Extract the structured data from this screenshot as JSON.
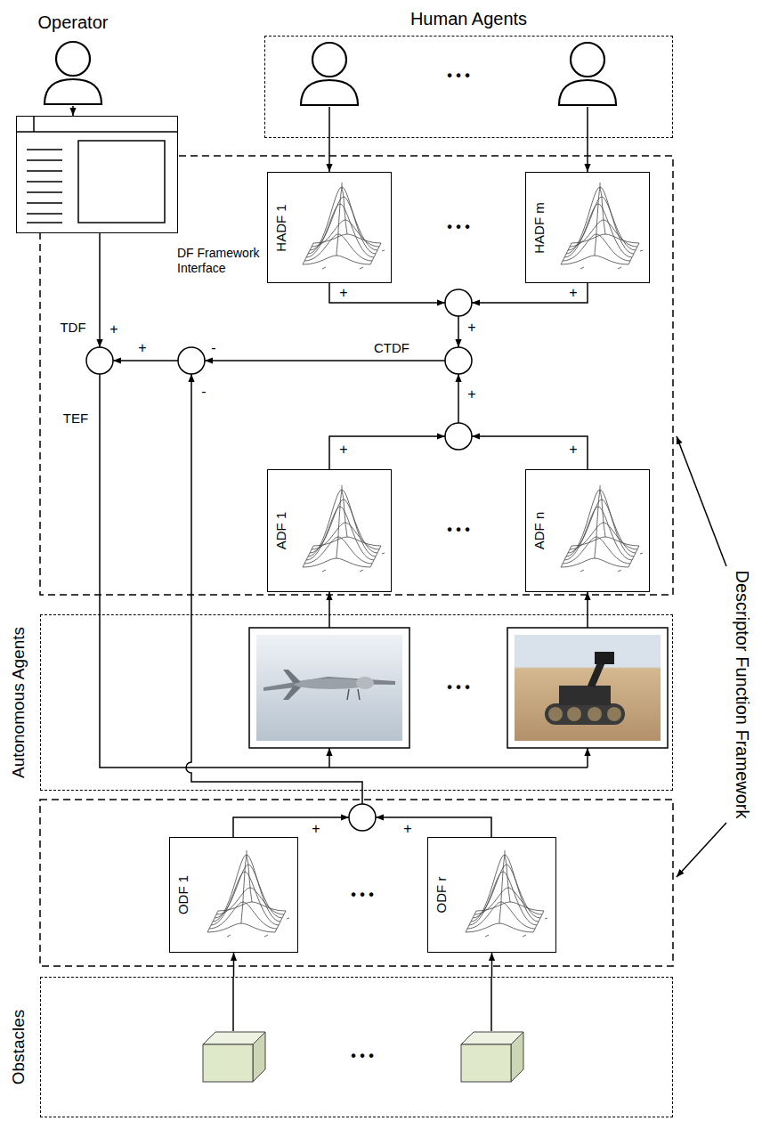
{
  "diagram": {
    "nodes": [
      {
        "text": [
          "Operator"
        ]
      },
      {
        "text": [
          "Human Agents"
        ]
      },
      {
        "text": [
          "DF Framework Interface"
        ]
      },
      {
        "text": [
          "HADF 1"
        ]
      },
      {
        "text": [
          "HADF m"
        ]
      },
      {
        "text": [
          "ADF 1"
        ]
      },
      {
        "text": [
          "ADF n"
        ]
      },
      {
        "text": [
          "Autonomous Agents"
        ]
      },
      {
        "text": [
          "ODF 1"
        ]
      },
      {
        "text": [
          "ODF r"
        ]
      },
      {
        "text": [
          "Obstacles"
        ]
      }
    ],
    "edges": [
      {
        "from": 0,
        "to": 2,
        "arrow": "to"
      },
      {
        "from": 1,
        "to": 3,
        "arrow": "to"
      },
      {
        "from": 1,
        "to": 4,
        "arrow": "to"
      },
      {
        "from": 7,
        "to": 5,
        "arrow": "to"
      },
      {
        "from": 7,
        "to": 6,
        "arrow": "to"
      },
      {
        "from": 10,
        "to": 8,
        "arrow": "to"
      },
      {
        "from": 10,
        "to": 9,
        "arrow": "to"
      }
    ],
    "labels": [
      "• • •",
      "• • •",
      "TDF",
      "+",
      "+",
      "-",
      "CTDF",
      "+",
      "+",
      "+",
      "+",
      "-",
      "TEF",
      "• • •",
      "+",
      "+",
      "• • •",
      "+",
      "+",
      "• • •",
      "• • •",
      "Descriptor Function Framework"
    ]
  }
}
